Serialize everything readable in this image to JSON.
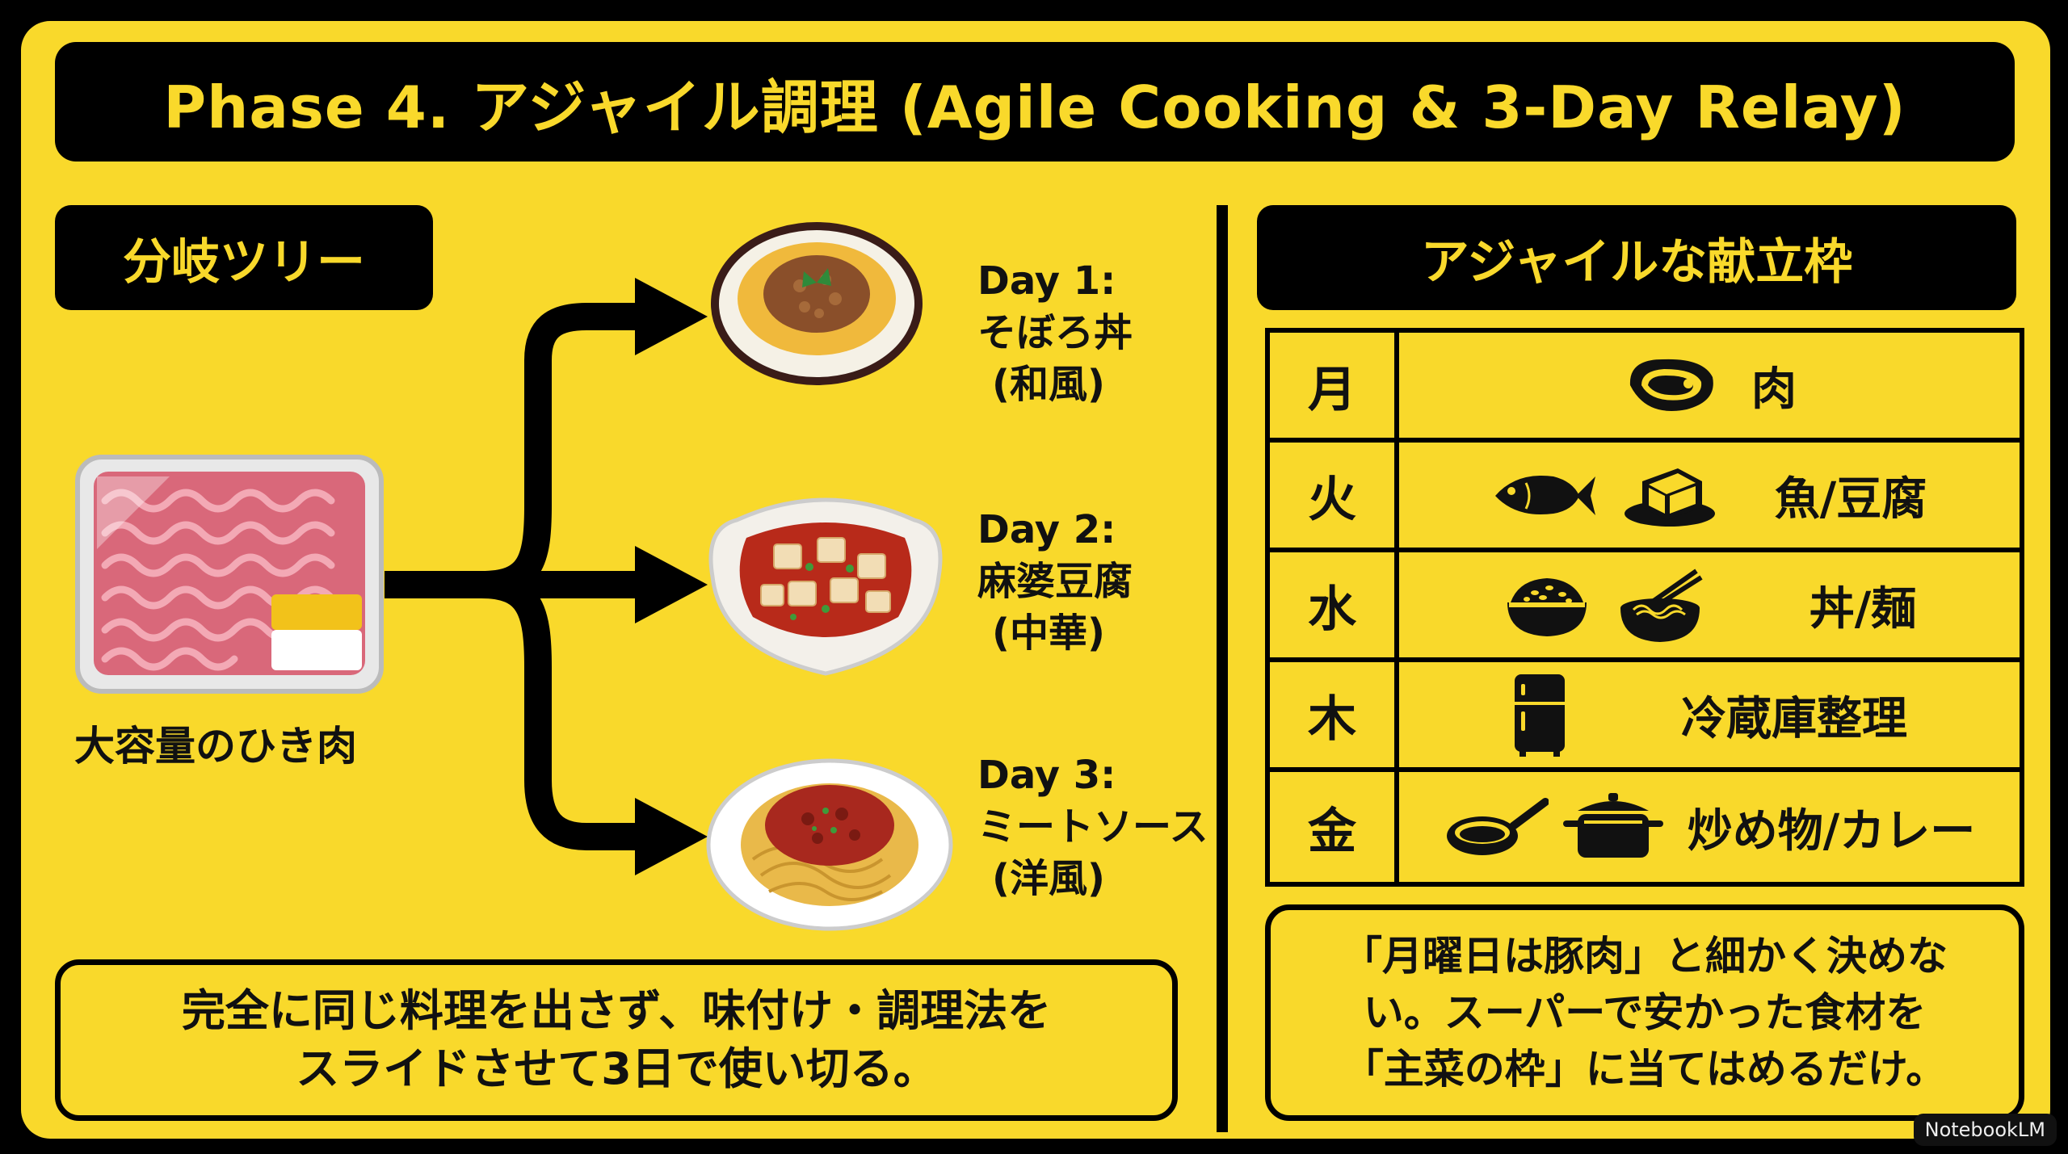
{
  "title": "Phase 4. アジャイル調理 (Agile Cooking & 3-Day Relay)",
  "left": {
    "header": "分岐ツリー",
    "source_label": "大容量のひき肉",
    "days": [
      {
        "day": "Day 1:",
        "dish": "そぼろ丼",
        "style": "(和風)"
      },
      {
        "day": "Day 2:",
        "dish": "麻婆豆腐",
        "style": "(中華)"
      },
      {
        "day": "Day 3:",
        "dish": "ミートソース",
        "style": "(洋風)"
      }
    ],
    "note_lines": [
      "完全に同じ料理を出さず、味付け・調理法を",
      "スライドさせて3日で使い切る。"
    ]
  },
  "right": {
    "header": "アジャイルな献立枠",
    "rows": [
      {
        "day": "月",
        "label": "肉",
        "icons": [
          "meat-icon"
        ]
      },
      {
        "day": "火",
        "label": "魚/豆腐",
        "icons": [
          "fish-icon",
          "tofu-icon"
        ]
      },
      {
        "day": "水",
        "label": "丼/麺",
        "icons": [
          "rice-bowl-icon",
          "noodle-bowl-icon"
        ]
      },
      {
        "day": "木",
        "label": "冷蔵庫整理",
        "icons": [
          "fridge-icon"
        ]
      },
      {
        "day": "金",
        "label": "炒め物/カレー",
        "icons": [
          "frying-pan-icon",
          "pot-icon"
        ]
      }
    ],
    "note_lines": [
      "「月曜日は豚肉」と細かく決めな",
      "い。スーパーで安かった食材を",
      "「主菜の枠」に当てはめるだけ。"
    ]
  },
  "watermark": "NotebookLM",
  "colors": {
    "background": "#f9d92b",
    "ink": "#000000"
  }
}
